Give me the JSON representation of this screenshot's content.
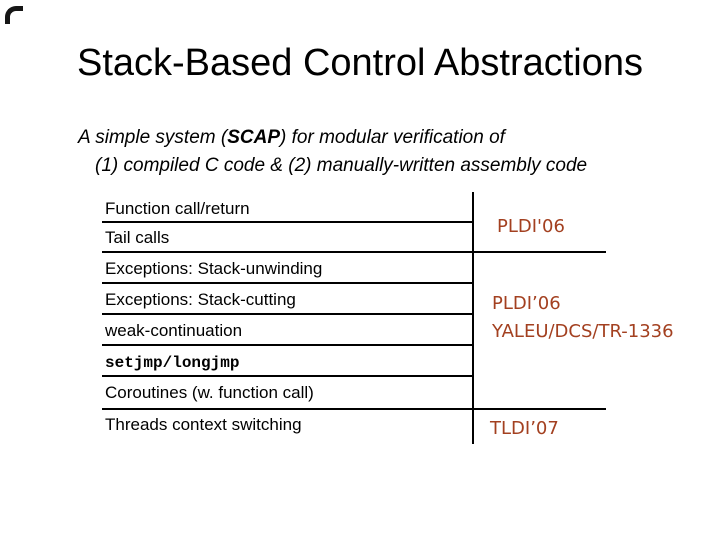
{
  "slide": {
    "title": "Stack-Based Control Abstractions",
    "subtitle": {
      "line1_pre": "A simple system (",
      "line1_bold": "SCAP",
      "line1_post": ") for modular verification of",
      "line2": "(1) compiled C code & (2) manually-written assembly code"
    }
  },
  "table": {
    "rows": [
      "Function call/return",
      "Tail calls",
      "Exceptions: Stack-unwinding",
      "Exceptions: Stack-cutting",
      "weak-continuation",
      "setjmp/longjmp",
      "Coroutines (w. function call)",
      "Threads context switching"
    ],
    "publications": [
      "PLDI'06",
      "PLDI’06",
      "YALEU/DCS/TR-1336",
      "TLDI’07"
    ]
  },
  "ornaments": {
    "top_left_corner": "rounded-corner-mark"
  },
  "colors": {
    "background": "#FFFFFF",
    "publication_text": "#A34020",
    "line": "#000000",
    "text": "#000000"
  }
}
